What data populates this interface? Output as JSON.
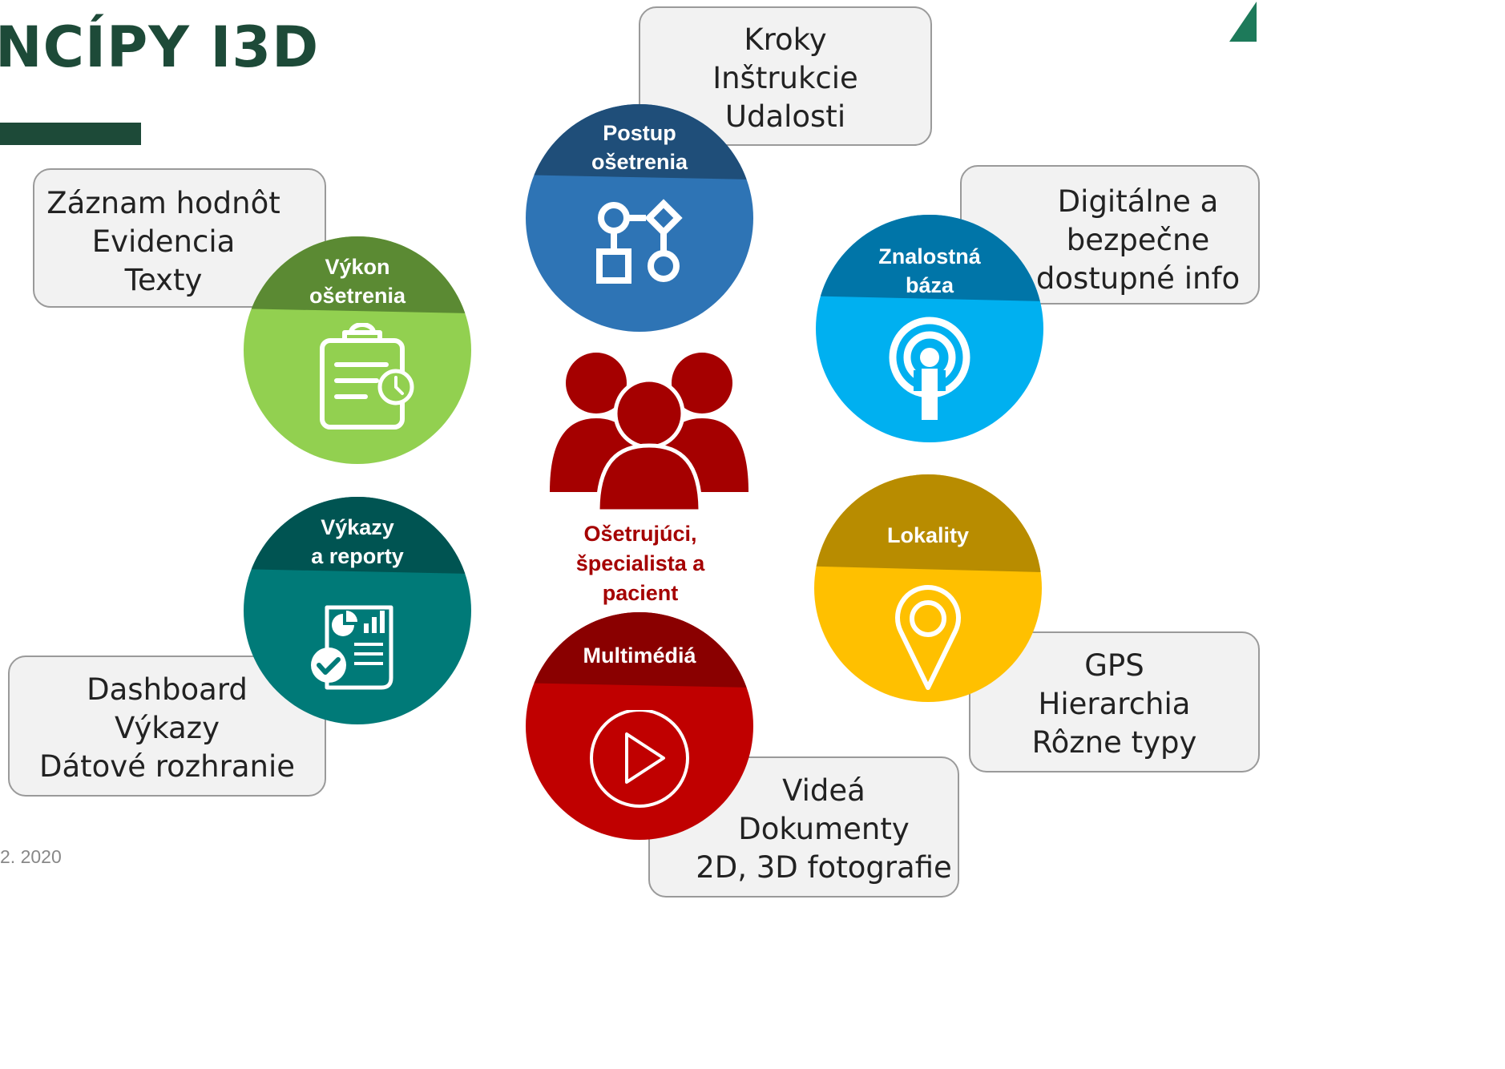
{
  "title": "NCÍPY I3D",
  "date": "2. 2020",
  "center": {
    "label_lines": [
      "Ošetrujúci,",
      "špecialista a",
      "pacient"
    ],
    "icon": "people-group-icon",
    "color": "#a50000"
  },
  "nodes": [
    {
      "id": "postup",
      "title_lines": [
        "Postup",
        "ošetrenia"
      ],
      "icon": "flowchart-icon",
      "circle_color": "#2e74b5",
      "band_color": "#1f4e79",
      "detail_lines": [
        "Kroky",
        "Inštrukcie",
        "Udalosti"
      ]
    },
    {
      "id": "znalostna",
      "title_lines": [
        "Znalostná",
        "báza"
      ],
      "icon": "podcast-icon",
      "circle_color": "#00b0f0",
      "band_color": "#0075a8",
      "detail_lines": [
        "Digitálne a",
        "bezpečne",
        "dostupné info"
      ]
    },
    {
      "id": "vykon",
      "title_lines": [
        "Výkon",
        "ošetrenia"
      ],
      "icon": "clipboard-clock-icon",
      "circle_color": "#92d050",
      "band_color": "#5b8a33",
      "detail_lines": [
        "Záznam hodnôt",
        "Evidencia",
        "Texty"
      ]
    },
    {
      "id": "vykazy",
      "title_lines": [
        "Výkazy",
        "a reporty"
      ],
      "icon": "report-check-icon",
      "circle_color": "#007a78",
      "band_color": "#005452",
      "detail_lines": [
        "Dashboard",
        "Výkazy",
        "Dátové rozhranie"
      ]
    },
    {
      "id": "lokality",
      "title_lines": [
        "Lokality"
      ],
      "icon": "map-pin-icon",
      "circle_color": "#ffc000",
      "band_color": "#b88c00",
      "detail_lines": [
        "GPS",
        "Hierarchia",
        "Rôzne typy"
      ]
    },
    {
      "id": "multimedia",
      "title_lines": [
        "Multimédiá"
      ],
      "icon": "play-icon",
      "circle_color": "#c00000",
      "band_color": "#8a0000",
      "detail_lines": [
        "Videá",
        "Dokumenty",
        "2D, 3D fotografie"
      ]
    }
  ],
  "logo": {
    "icon": "brand-logo-icon",
    "color": "#1d7a5a"
  }
}
